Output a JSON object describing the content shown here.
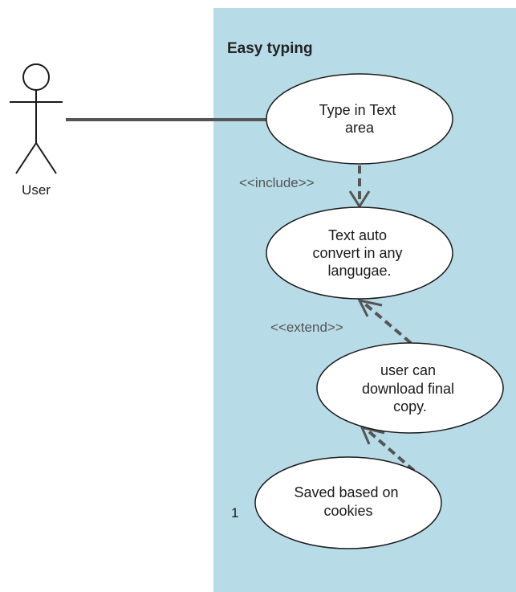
{
  "system": {
    "title": "Easy typing"
  },
  "actor": {
    "name": "User"
  },
  "use_cases": {
    "type_text": [
      "Type in Text",
      "area"
    ],
    "auto_convert": [
      "Text auto",
      "convert in any",
      "langugae."
    ],
    "download": [
      "user can",
      "download final",
      "copy."
    ],
    "saved": [
      "Saved based on",
      "cookies"
    ]
  },
  "relations": {
    "include_label": "<<include>>",
    "extend_label": "<<extend>>"
  },
  "multiplicity": "1",
  "colors": {
    "boundary_fill": "#b7dce8",
    "line": "#555555",
    "ellipse_fill": "#ffffff"
  }
}
